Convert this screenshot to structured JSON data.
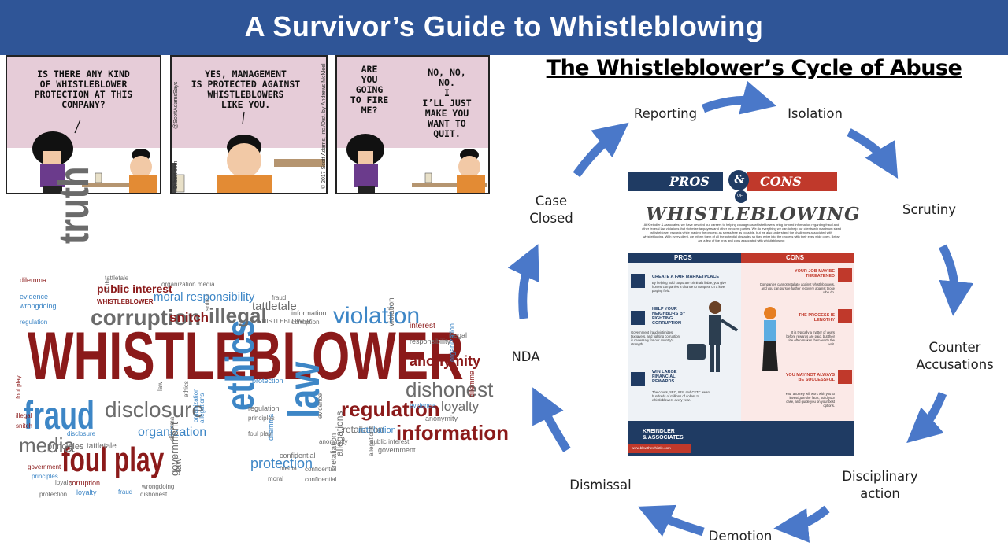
{
  "header": {
    "title": "A Survivor’s Guide to Whistleblowing"
  },
  "colors": {
    "banner": "#2f5597",
    "arrow": "#4a78c9",
    "cloud_red": "#8b1a1a",
    "cloud_blue": "#3d86c6",
    "cloud_gray": "#6b6b6b"
  },
  "comic": {
    "panel1": "IS THERE ANY KIND\nOF WHISTLEBLOWER\nPROTECTION AT THIS\nCOMPANY?",
    "panel2": "YES, MANAGEMENT\nIS PROTECTED AGAINST\nWHISTLEBLOWERS\nLIKE YOU.",
    "panel3a": "ARE\nYOU\nGOING\nTO FIRE\nME?",
    "panel3b": "NO, NO,\nNO.\nI\nI’LL JUST\nMAKE YOU\nWANT TO\nQUIT.",
    "credit1": "Dilbert.com",
    "credit2": "@ScottAdamsSays",
    "credit3": "© 2017 Scott Adams, Inc./Dist. by Andrews McMeel"
  },
  "cycle": {
    "title": "The Whistleblower’s Cycle of Abuse",
    "steps": [
      "Reporting",
      "Isolation",
      "Scrutiny",
      "Counter\nAccusations",
      "Disciplinary\naction",
      "Demotion",
      "Dismissal",
      "NDA",
      "Case\nClosed"
    ]
  },
  "infographic": {
    "pros": "PROS",
    "amp": "&",
    "of": "OF",
    "cons": "CONS",
    "title": "WHISTLEBLOWING",
    "intro": "At Kreindler & Associates, we have devoted our careers to helping courageous whistleblowers bring forward information regarding fraud and other federal law violations that victimize taxpayers and other innocent parties. We do everything we can to help our clients win maximum sized whistleblower rewards while making the process as stress-free as possible, but we also understand the challenges associated with whistleblowing. With every client, we inform them of all the potential obstacles so they enter into the process with their eyes wide open. Below are a few of the pros and cons associated with whistleblowing:",
    "col_pros": "PROS",
    "col_cons": "CONS",
    "pro1_title": "CREATE A FAIR MARKETPLACE",
    "pro1_text": "By helping hold corporate criminals liable, you give honest companies a chance to compete on a level playing field.",
    "pro2_title": "HELP YOUR NEIGHBORS BY FIGHTING CORRUPTION",
    "pro2_text": "Government fraud victimizes taxpayers, and fighting corruption is necessary for our country's strength.",
    "pro3_title": "WIN LARGE FINANCIAL REWARDS",
    "pro3_text": "The courts, SEC, IRS, and CFTC award hundreds of millions of dollars to whistleblowers every year.",
    "con1_title": "YOUR JOB MAY BE THREATENED",
    "con1_text": "Companies cannot retaliate against whistleblowers, and you can pursue further recovery against those who do.",
    "con2_title": "THE PROCESS IS LENGTHY",
    "con2_text": "It is typically a matter of years before rewards are paid, but their size often makes them worth the wait.",
    "con3_title": "YOU MAY NOT ALWAYS BE SUCCESSFUL",
    "con3_text": "Your attorney will work with you to investigate the facts, build your case, and guide you on your best options.",
    "firm": "KREINDLER\n& ASSOCIATES",
    "site": "www.blowthewhistle.com"
  },
  "wordcloud": [
    {
      "t": "truth",
      "c": "#6b6b6b"
    },
    {
      "t": "WHISTLEBLOWER",
      "c": "#8b1a1a"
    },
    {
      "t": "fraud",
      "c": "#3d86c6"
    },
    {
      "t": "foul play",
      "c": "#8b1a1a"
    },
    {
      "t": "media",
      "c": "#6b6b6b"
    },
    {
      "t": "ethics",
      "c": "#3d86c6"
    },
    {
      "t": "law",
      "c": "#3d86c6"
    },
    {
      "t": "corruption",
      "c": "#6b6b6b"
    },
    {
      "t": "violation",
      "c": "#3d86c6"
    },
    {
      "t": "illegal",
      "c": "#6b6b6b"
    },
    {
      "t": "snitch",
      "c": "#8b1a1a"
    },
    {
      "t": "disclosure",
      "c": "#6b6b6b"
    },
    {
      "t": "regulation",
      "c": "#8b1a1a"
    },
    {
      "t": "information",
      "c": "#8b1a1a"
    },
    {
      "t": "dishonest",
      "c": "#6b6b6b"
    },
    {
      "t": "anonymity",
      "c": "#8b1a1a"
    },
    {
      "t": "loyalty",
      "c": "#6b6b6b"
    },
    {
      "t": "organization",
      "c": "#3d86c6"
    },
    {
      "t": "protection",
      "c": "#3d86c6"
    },
    {
      "t": "public interest",
      "c": "#8b1a1a"
    },
    {
      "t": "moral responsibility",
      "c": "#3d86c6"
    },
    {
      "t": "tattletale",
      "c": "#6b6b6b"
    },
    {
      "t": "dilemma",
      "c": "#8b1a1a"
    },
    {
      "t": "government",
      "c": "#6b6b6b"
    },
    {
      "t": "principles",
      "c": "#6b6b6b"
    },
    {
      "t": "retaliation",
      "c": "#6b6b6b"
    },
    {
      "t": "allegations",
      "c": "#6b6b6b"
    },
    {
      "t": "confidential",
      "c": "#6b6b6b"
    },
    {
      "t": "interest",
      "c": "#8b1a1a"
    },
    {
      "t": "responsibility",
      "c": "#6b6b6b"
    },
    {
      "t": "evidence",
      "c": "#3d86c6"
    },
    {
      "t": "wrongdoing",
      "c": "#3d86c6"
    },
    {
      "t": "disclosure",
      "c": "#3d86c6"
    },
    {
      "t": "dilemma",
      "c": "#3d86c6"
    },
    {
      "t": "WHISTLEBLOWER",
      "c": "#8b1a1a"
    },
    {
      "t": "tattletale",
      "c": "#6b6b6b"
    },
    {
      "t": "organization media",
      "c": "#6b6b6b"
    },
    {
      "t": "fraud",
      "c": "#6b6b6b"
    },
    {
      "t": "information",
      "c": "#6b6b6b"
    },
    {
      "t": "WHISTLEBLOWER",
      "c": "#6b6b6b"
    },
    {
      "t": "corruption",
      "c": "#6b6b6b"
    },
    {
      "t": "regulation",
      "c": "#3d86c6"
    },
    {
      "t": "snitch",
      "c": "#6b6b6b"
    },
    {
      "t": "illegal",
      "c": "#6b6b6b"
    },
    {
      "t": "violation",
      "c": "#6b6b6b"
    },
    {
      "t": "retaliation",
      "c": "#3d86c6"
    },
    {
      "t": "organization",
      "c": "#3d86c6"
    },
    {
      "t": "evidence",
      "c": "#3d86c6"
    },
    {
      "t": "allegations",
      "c": "#3d86c6"
    },
    {
      "t": "foul play",
      "c": "#8b1a1a"
    },
    {
      "t": "illegal",
      "c": "#8b1a1a"
    },
    {
      "t": "snitch",
      "c": "#8b1a1a"
    },
    {
      "t": "law",
      "c": "#6b6b6b"
    },
    {
      "t": "regulation",
      "c": "#6b6b6b"
    },
    {
      "t": "principles",
      "c": "#6b6b6b"
    },
    {
      "t": "ethics",
      "c": "#6b6b6b"
    },
    {
      "t": "loyalty",
      "c": "#6b6b6b"
    },
    {
      "t": "tattletale",
      "c": "#6b6b6b"
    },
    {
      "t": "wrongdoing",
      "c": "#6b6b6b"
    },
    {
      "t": "government",
      "c": "#8b1a1a"
    },
    {
      "t": "principles",
      "c": "#3d86c6"
    },
    {
      "t": "corruption",
      "c": "#8b1a1a"
    },
    {
      "t": "anonymity",
      "c": "#6b6b6b"
    },
    {
      "t": "protection",
      "c": "#3d86c6"
    },
    {
      "t": "loyalty",
      "c": "#3d86c6"
    },
    {
      "t": "fraud",
      "c": "#3d86c6"
    },
    {
      "t": "dishonest",
      "c": "#6b6b6b"
    },
    {
      "t": "media",
      "c": "#6b6b6b"
    },
    {
      "t": "dilemma",
      "c": "#6b6b6b"
    },
    {
      "t": "retaliation",
      "c": "#6b6b6b"
    },
    {
      "t": "truth",
      "c": "#6b6b6b"
    },
    {
      "t": "government",
      "c": "#6b6b6b"
    },
    {
      "t": "allegations",
      "c": "#6b6b6b"
    },
    {
      "t": "foul play",
      "c": "#6b6b6b"
    },
    {
      "t": "dilemma",
      "c": "#8b1a1a"
    },
    {
      "t": "evidence",
      "c": "#6b6b6b"
    },
    {
      "t": "public interest",
      "c": "#6b6b6b"
    },
    {
      "t": "moral",
      "c": "#6b6b6b"
    },
    {
      "t": "confidential",
      "c": "#6b6b6b"
    },
    {
      "t": "confidential",
      "c": "#6b6b6b"
    },
    {
      "t": "protection",
      "c": "#6b6b6b"
    },
    {
      "t": "organization",
      "c": "#3d86c6"
    },
    {
      "t": "law",
      "c": "#6b6b6b"
    },
    {
      "t": "anonymity",
      "c": "#6b6b6b"
    }
  ]
}
